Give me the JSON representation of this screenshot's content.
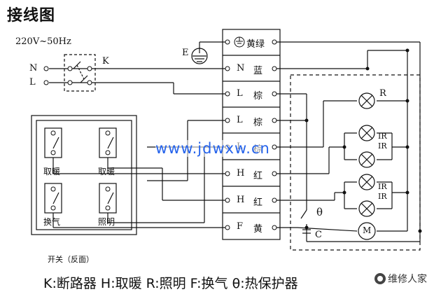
{
  "title": "接线图",
  "supply": "220V~50Hz",
  "source": {
    "n": "N",
    "l": "L",
    "breaker": "K",
    "earth": "E"
  },
  "terminals": [
    {
      "code": "",
      "name": "黄绿"
    },
    {
      "code": "N",
      "name": "蓝"
    },
    {
      "code": "L",
      "name": "棕"
    },
    {
      "code": "L",
      "name": "棕"
    },
    {
      "code": "L",
      "name": "棕"
    },
    {
      "code": "H",
      "name": "红"
    },
    {
      "code": "H",
      "name": "红"
    },
    {
      "code": "F",
      "name": "黄"
    }
  ],
  "switch_panel": {
    "caption": "开关（反面）",
    "switches": [
      "取暖",
      "取暖",
      "换气",
      "照明"
    ]
  },
  "loads": {
    "r": "R",
    "ir": [
      "IR",
      "IR",
      "IR",
      "IR"
    ],
    "theta": "θ",
    "c": "C",
    "m": "M"
  },
  "watermark": "www.jdwxw.cn",
  "legend": "K:断路器  H:取暖  R:照明  F:换气  θ:热保护器",
  "brand": "维修人家"
}
